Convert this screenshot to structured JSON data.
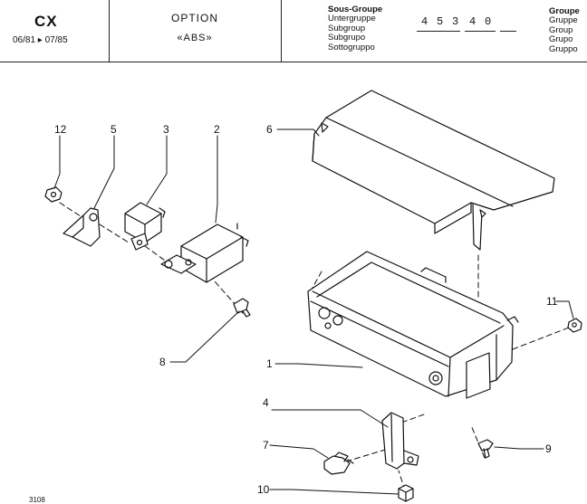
{
  "header": {
    "model": "CX",
    "date_range": "06/81 ▸ 07/85",
    "option_title": "OPTION",
    "option_subtitle": "«ABS»",
    "subgroup_labels": [
      "Sous-Groupe",
      "Untergruppe",
      "Subgroup",
      "Subgrupo",
      "Sottogruppo"
    ],
    "subgroup_code": [
      "4",
      "5",
      "3",
      "4",
      "0"
    ],
    "group_labels": [
      "Groupe",
      "Gruppe",
      "Group",
      "Grupo",
      "Gruppo"
    ]
  },
  "diagram": {
    "callouts": [
      {
        "id": "c12",
        "label": "12"
      },
      {
        "id": "c5",
        "label": "5"
      },
      {
        "id": "c3",
        "label": "3"
      },
      {
        "id": "c2",
        "label": "2"
      },
      {
        "id": "c6",
        "label": "6"
      },
      {
        "id": "c8",
        "label": "8"
      },
      {
        "id": "c11",
        "label": "11"
      },
      {
        "id": "c1",
        "label": "1"
      },
      {
        "id": "c4",
        "label": "4"
      },
      {
        "id": "c7",
        "label": "7"
      },
      {
        "id": "c9",
        "label": "9"
      },
      {
        "id": "c10",
        "label": "10"
      }
    ]
  },
  "footer": {
    "page_ref": "3108"
  }
}
